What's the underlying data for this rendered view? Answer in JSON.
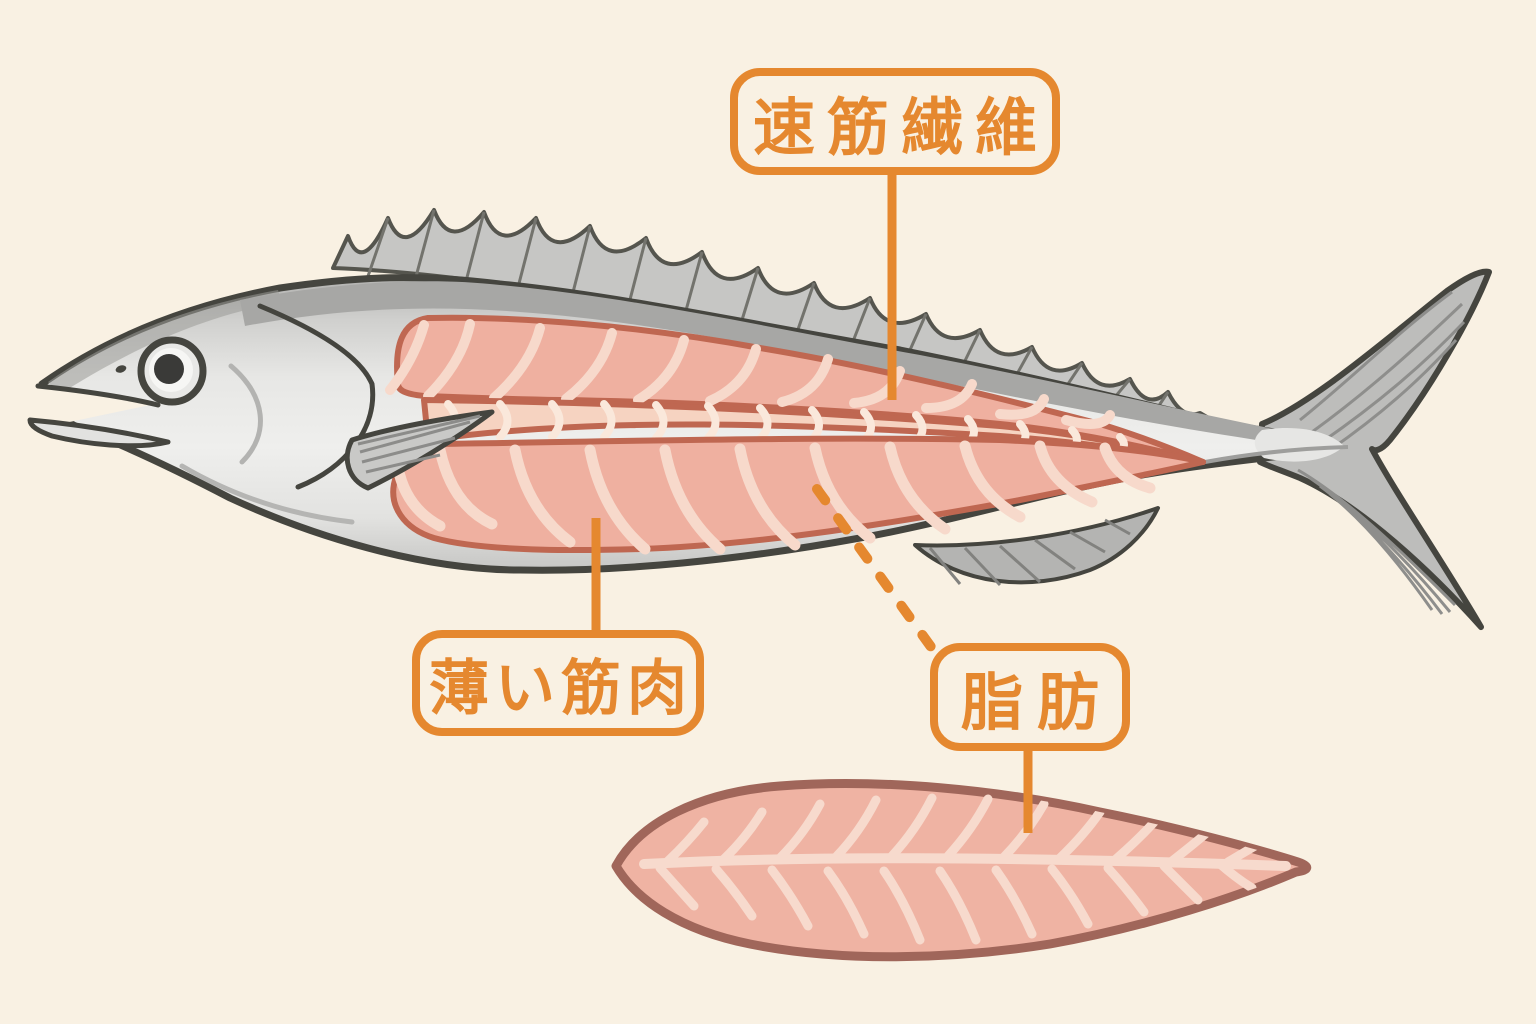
{
  "canvas": {
    "background": "#f9f1e3"
  },
  "labels": {
    "fast_twitch_fiber": {
      "text": "速筋繊維"
    },
    "thin_muscle": {
      "text": "薄い筋肉"
    },
    "fat": {
      "text": "脂肪"
    }
  },
  "palette": {
    "accent_orange": "#e5882f",
    "muscle_pink": "#efb0a0",
    "muscle_stripe": "#f7d9cb",
    "muscle_outline": "#bf6751",
    "mid_band_pink": "#f6d3c1",
    "mid_band_arc": "#fae8db",
    "fillet_fill": "#efb3a3",
    "fillet_outline": "#a0665a",
    "fillet_stripe": "#f7dacd",
    "body_gray_light": "#efefed",
    "body_gray_dark": "#a7a7a5",
    "fin_gray": "#c6c6c4",
    "outline_dark": "#45453f",
    "eye_pupil": "#3a3a38"
  }
}
